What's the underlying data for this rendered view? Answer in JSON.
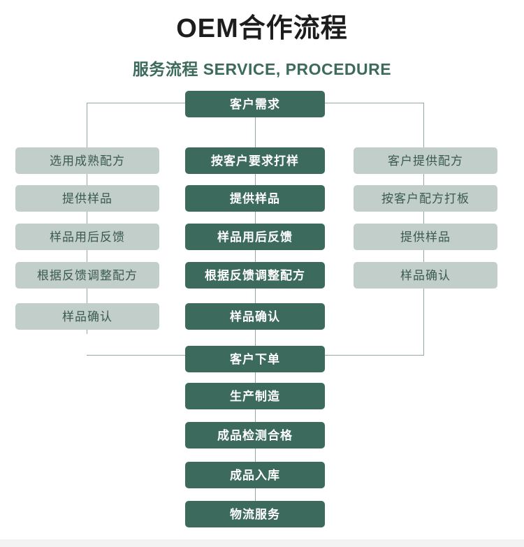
{
  "header": {
    "title": "OEM合作流程",
    "subtitle": "服务流程 SERVICE, PROCEDURE"
  },
  "theme": {
    "primary_color": "#3c6a5c",
    "secondary_color": "#c2ceca",
    "primary_text_color": "#ffffff",
    "secondary_text_color": "#3b5a51",
    "title_color": "#1d1d1d",
    "subtitle_color": "#3c6a5c",
    "connector_color": "#93a8a2",
    "background_color": "#ffffff",
    "bottom_band_color": "#f3f3f3"
  },
  "flowchart": {
    "start": {
      "label": "客户需求",
      "style": "primary"
    },
    "columns": {
      "left": {
        "name": "选用成熟配方分支",
        "style": "secondary",
        "steps": [
          {
            "label": "选用成熟配方"
          },
          {
            "label": "提供样品"
          },
          {
            "label": "样品用后反馈"
          },
          {
            "label": "根据反馈调整配方"
          },
          {
            "label": "样品确认"
          }
        ]
      },
      "center": {
        "name": "按客户要求打样分支",
        "style": "primary",
        "steps": [
          {
            "label": "按客户要求打样"
          },
          {
            "label": "提供样品"
          },
          {
            "label": "样品用后反馈"
          },
          {
            "label": "根据反馈调整配方"
          },
          {
            "label": "样品确认"
          }
        ]
      },
      "right": {
        "name": "客户提供配方分支",
        "style": "secondary",
        "steps": [
          {
            "label": "客户提供配方"
          },
          {
            "label": "按客户配方打板"
          },
          {
            "label": "提供样品"
          },
          {
            "label": "样品确认"
          }
        ]
      }
    },
    "merge": {
      "label": "客户下单",
      "style": "primary"
    },
    "tail": {
      "style": "primary",
      "steps": [
        {
          "label": "生产制造"
        },
        {
          "label": "成品检测合格"
        },
        {
          "label": "成品入库"
        },
        {
          "label": "物流服务"
        }
      ]
    }
  }
}
